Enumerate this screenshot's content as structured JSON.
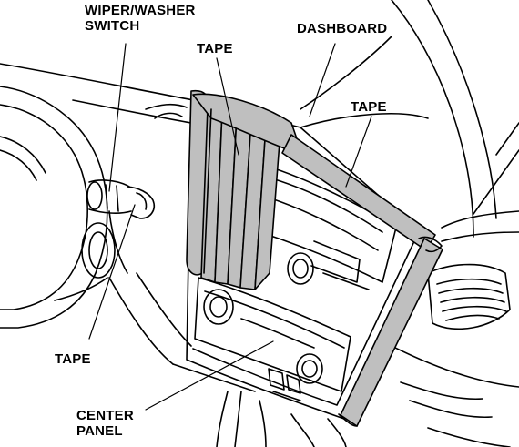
{
  "callouts": {
    "wiper_washer_switch": {
      "line1": "WIPER/WASHER",
      "line2": "SWITCH"
    },
    "dashboard": "DASHBOARD",
    "tape_top": "TAPE",
    "tape_right": "TAPE",
    "tape_bottom_left": "TAPE",
    "center_panel": {
      "line1": "CENTER",
      "line2": "PANEL"
    }
  },
  "colors": {
    "line": "#000000",
    "tape_fill": "#bfbfbf",
    "background": "#ffffff"
  }
}
